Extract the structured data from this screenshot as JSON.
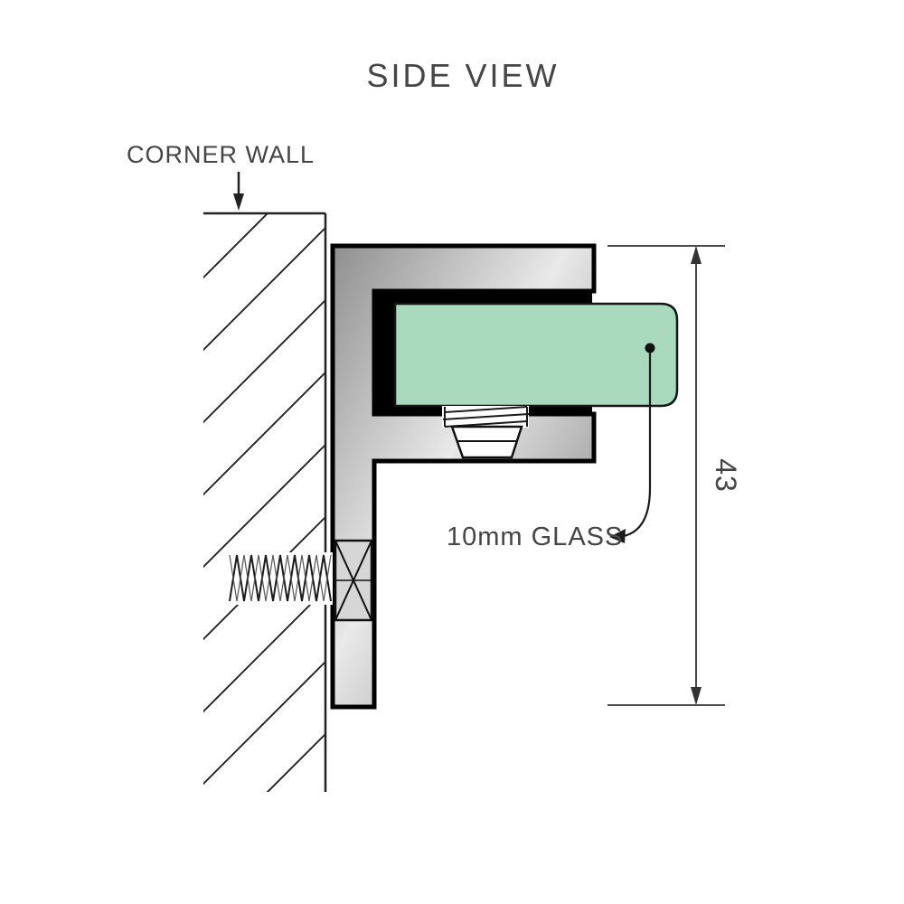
{
  "diagram": {
    "title": "SIDE VIEW",
    "corner_wall_label": "CORNER WALL",
    "glass_label": "10mm GLASS",
    "dimension_value": "43",
    "colors": {
      "glass_fill": "#a9dabd",
      "glass_stroke": "#161616",
      "outline": "#000000",
      "text": "#454545"
    }
  }
}
